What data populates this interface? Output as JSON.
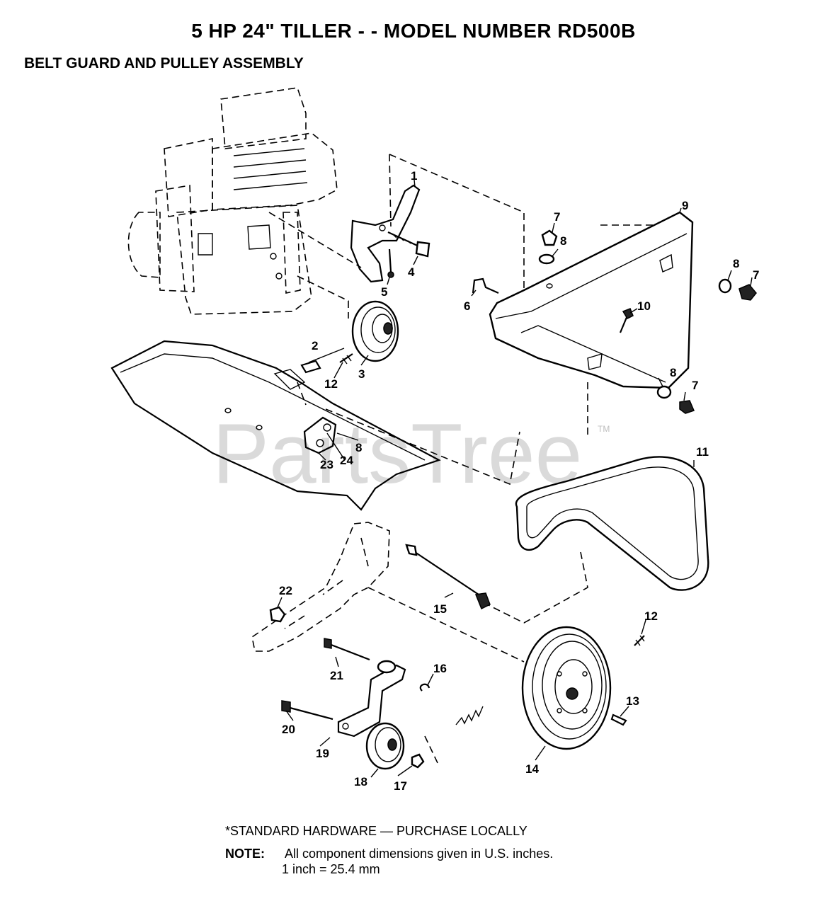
{
  "header": {
    "title": "5 HP 24\" TILLER - - MODEL NUMBER RD500B",
    "subtitle": "BELT GUARD AND PULLEY ASSEMBLY"
  },
  "watermark": {
    "text": "PartsTree",
    "trademark": "TM"
  },
  "callouts": {
    "p1": "1",
    "p2": "2",
    "p3": "3",
    "p4": "4",
    "p5": "5",
    "p6": "6",
    "p7a": "7",
    "p7b": "7",
    "p7c": "7",
    "p8a": "8",
    "p8b": "8",
    "p8c": "8",
    "p8d": "8",
    "p9": "9",
    "p10": "10",
    "p11": "11",
    "p12a": "12",
    "p12b": "12",
    "p13": "13",
    "p14": "14",
    "p15": "15",
    "p16": "16",
    "p17": "17",
    "p18": "18",
    "p19": "19",
    "p20": "20",
    "p21": "21",
    "p22": "22",
    "p23": "23",
    "p24": "24"
  },
  "footer": {
    "hardware": "*STANDARD HARDWARE — PURCHASE LOCALLY",
    "note_label": "NOTE:",
    "note_text": "All component dimensions given in U.S. inches.",
    "conversion": "1 inch = 25.4 mm"
  }
}
